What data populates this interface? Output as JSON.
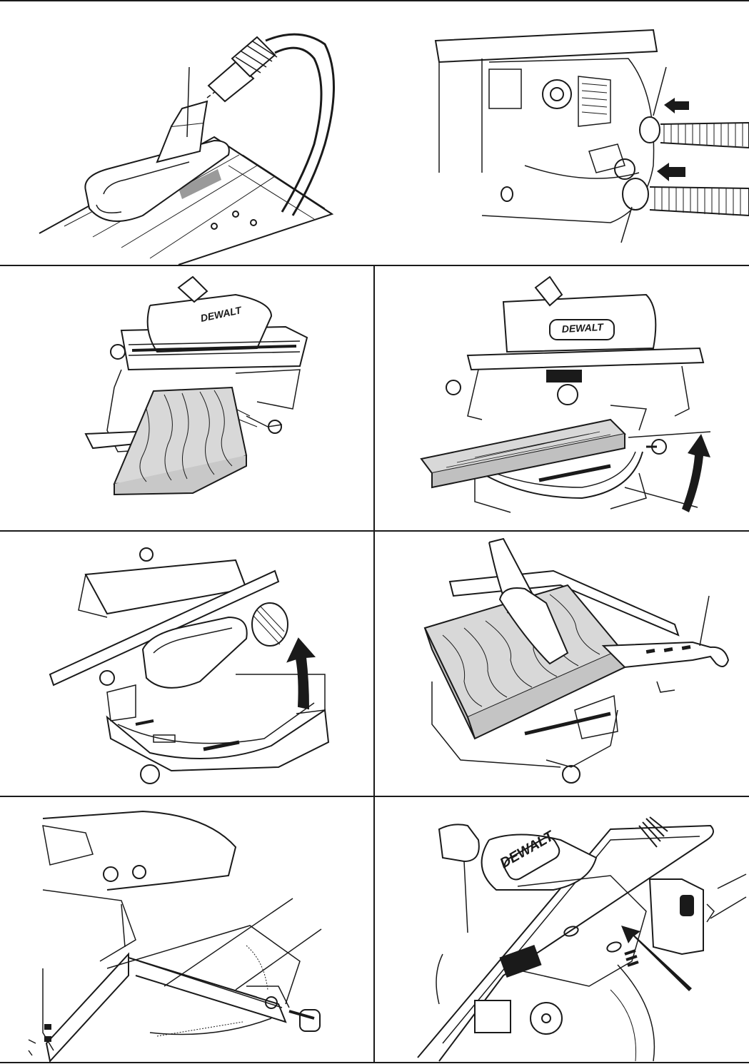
{
  "brand": {
    "logo_text": "DEWALT",
    "accent_color": "#1a1a1a",
    "wood_fill": "#d8d8d8"
  },
  "figures": [
    {
      "name": "dust-extraction-hood-connection",
      "icons": [
        "vacuum-hose-icon",
        "extraction-adaptor-icon"
      ]
    },
    {
      "name": "rear-dust-ports-hoses",
      "icons": [
        "arrow-right-icon",
        "arrow-right-icon"
      ]
    },
    {
      "name": "table-saw-mode-workpiece",
      "icons": [
        "wood-board-icon"
      ]
    },
    {
      "name": "raising-saw-table",
      "icons": [
        "curved-arrow-up-icon"
      ]
    },
    {
      "name": "tilting-saw-head",
      "icons": [
        "curved-arrow-up-icon"
      ]
    },
    {
      "name": "rip-cut-with-push-stick",
      "icons": [
        "push-stick-icon",
        "wood-board-icon"
      ]
    },
    {
      "name": "fence-and-kerf-plate-detail",
      "icons": []
    },
    {
      "name": "upper-table-lock-release",
      "icons": [
        "arrow-up-right-icon"
      ]
    }
  ]
}
